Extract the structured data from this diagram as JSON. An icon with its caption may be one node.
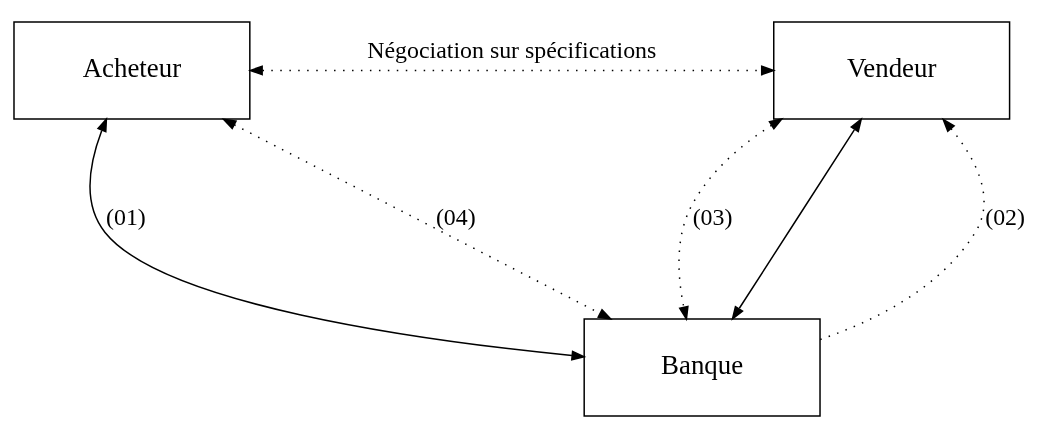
{
  "diagram": {
    "nodes": [
      {
        "text": [
          "Acheteur"
        ]
      },
      {
        "text": [
          "Vendeur"
        ]
      },
      {
        "text": [
          "Banque"
        ]
      }
    ],
    "edges": [
      {
        "from": 0,
        "to": 1,
        "arrow": "both",
        "style": "dashed",
        "label": "Négociation sur spécifications"
      },
      {
        "from": 0,
        "to": 2,
        "arrow": "both",
        "label": "(01)"
      },
      {
        "from": 2,
        "to": 1,
        "arrow": "both"
      },
      {
        "from": 2,
        "to": 1,
        "arrow": "to",
        "style": "dashed",
        "label": "(02)"
      },
      {
        "from": 1,
        "to": 2,
        "arrow": "both",
        "style": "dashed",
        "label": "(03)"
      },
      {
        "from": 0,
        "to": 2,
        "arrow": "both",
        "style": "dashed",
        "label": "(04)"
      }
    ]
  }
}
